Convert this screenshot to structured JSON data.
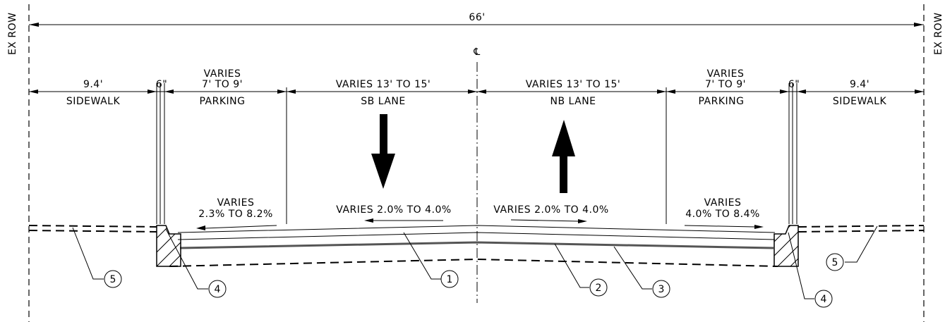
{
  "row_label_left": "EX ROW",
  "row_label_right": "EX ROW",
  "total_width": "66'",
  "centerline": "℄",
  "dims": {
    "sidewalk_left": "9.4'",
    "curb_left": "6\"",
    "parking_left_line1": "VARIES",
    "parking_left_line2": "7' TO 9'",
    "sb_lane": "VARIES 13' TO 15'",
    "nb_lane": "VARIES 13' TO 15'",
    "parking_right_line1": "VARIES",
    "parking_right_line2": "7' TO 9'",
    "curb_right": "6\"",
    "sidewalk_right": "9.4'"
  },
  "labels": {
    "sidewalk_left": "SIDEWALK",
    "parking_left": "PARKING",
    "sb_lane": "SB LANE",
    "nb_lane": "NB LANE",
    "parking_right": "PARKING",
    "sidewalk_right": "SIDEWALK"
  },
  "slopes": {
    "parking_left_line1": "VARIES",
    "parking_left_line2": "2.3% TO 8.2%",
    "sb_lane": "VARIES 2.0% TO 4.0%",
    "nb_lane": "VARIES 2.0% TO 4.0%",
    "parking_right_line1": "VARIES",
    "parking_right_line2": "4.0% TO 8.4%"
  },
  "callouts": [
    "5",
    "4",
    "1",
    "2",
    "3",
    "4",
    "5"
  ]
}
